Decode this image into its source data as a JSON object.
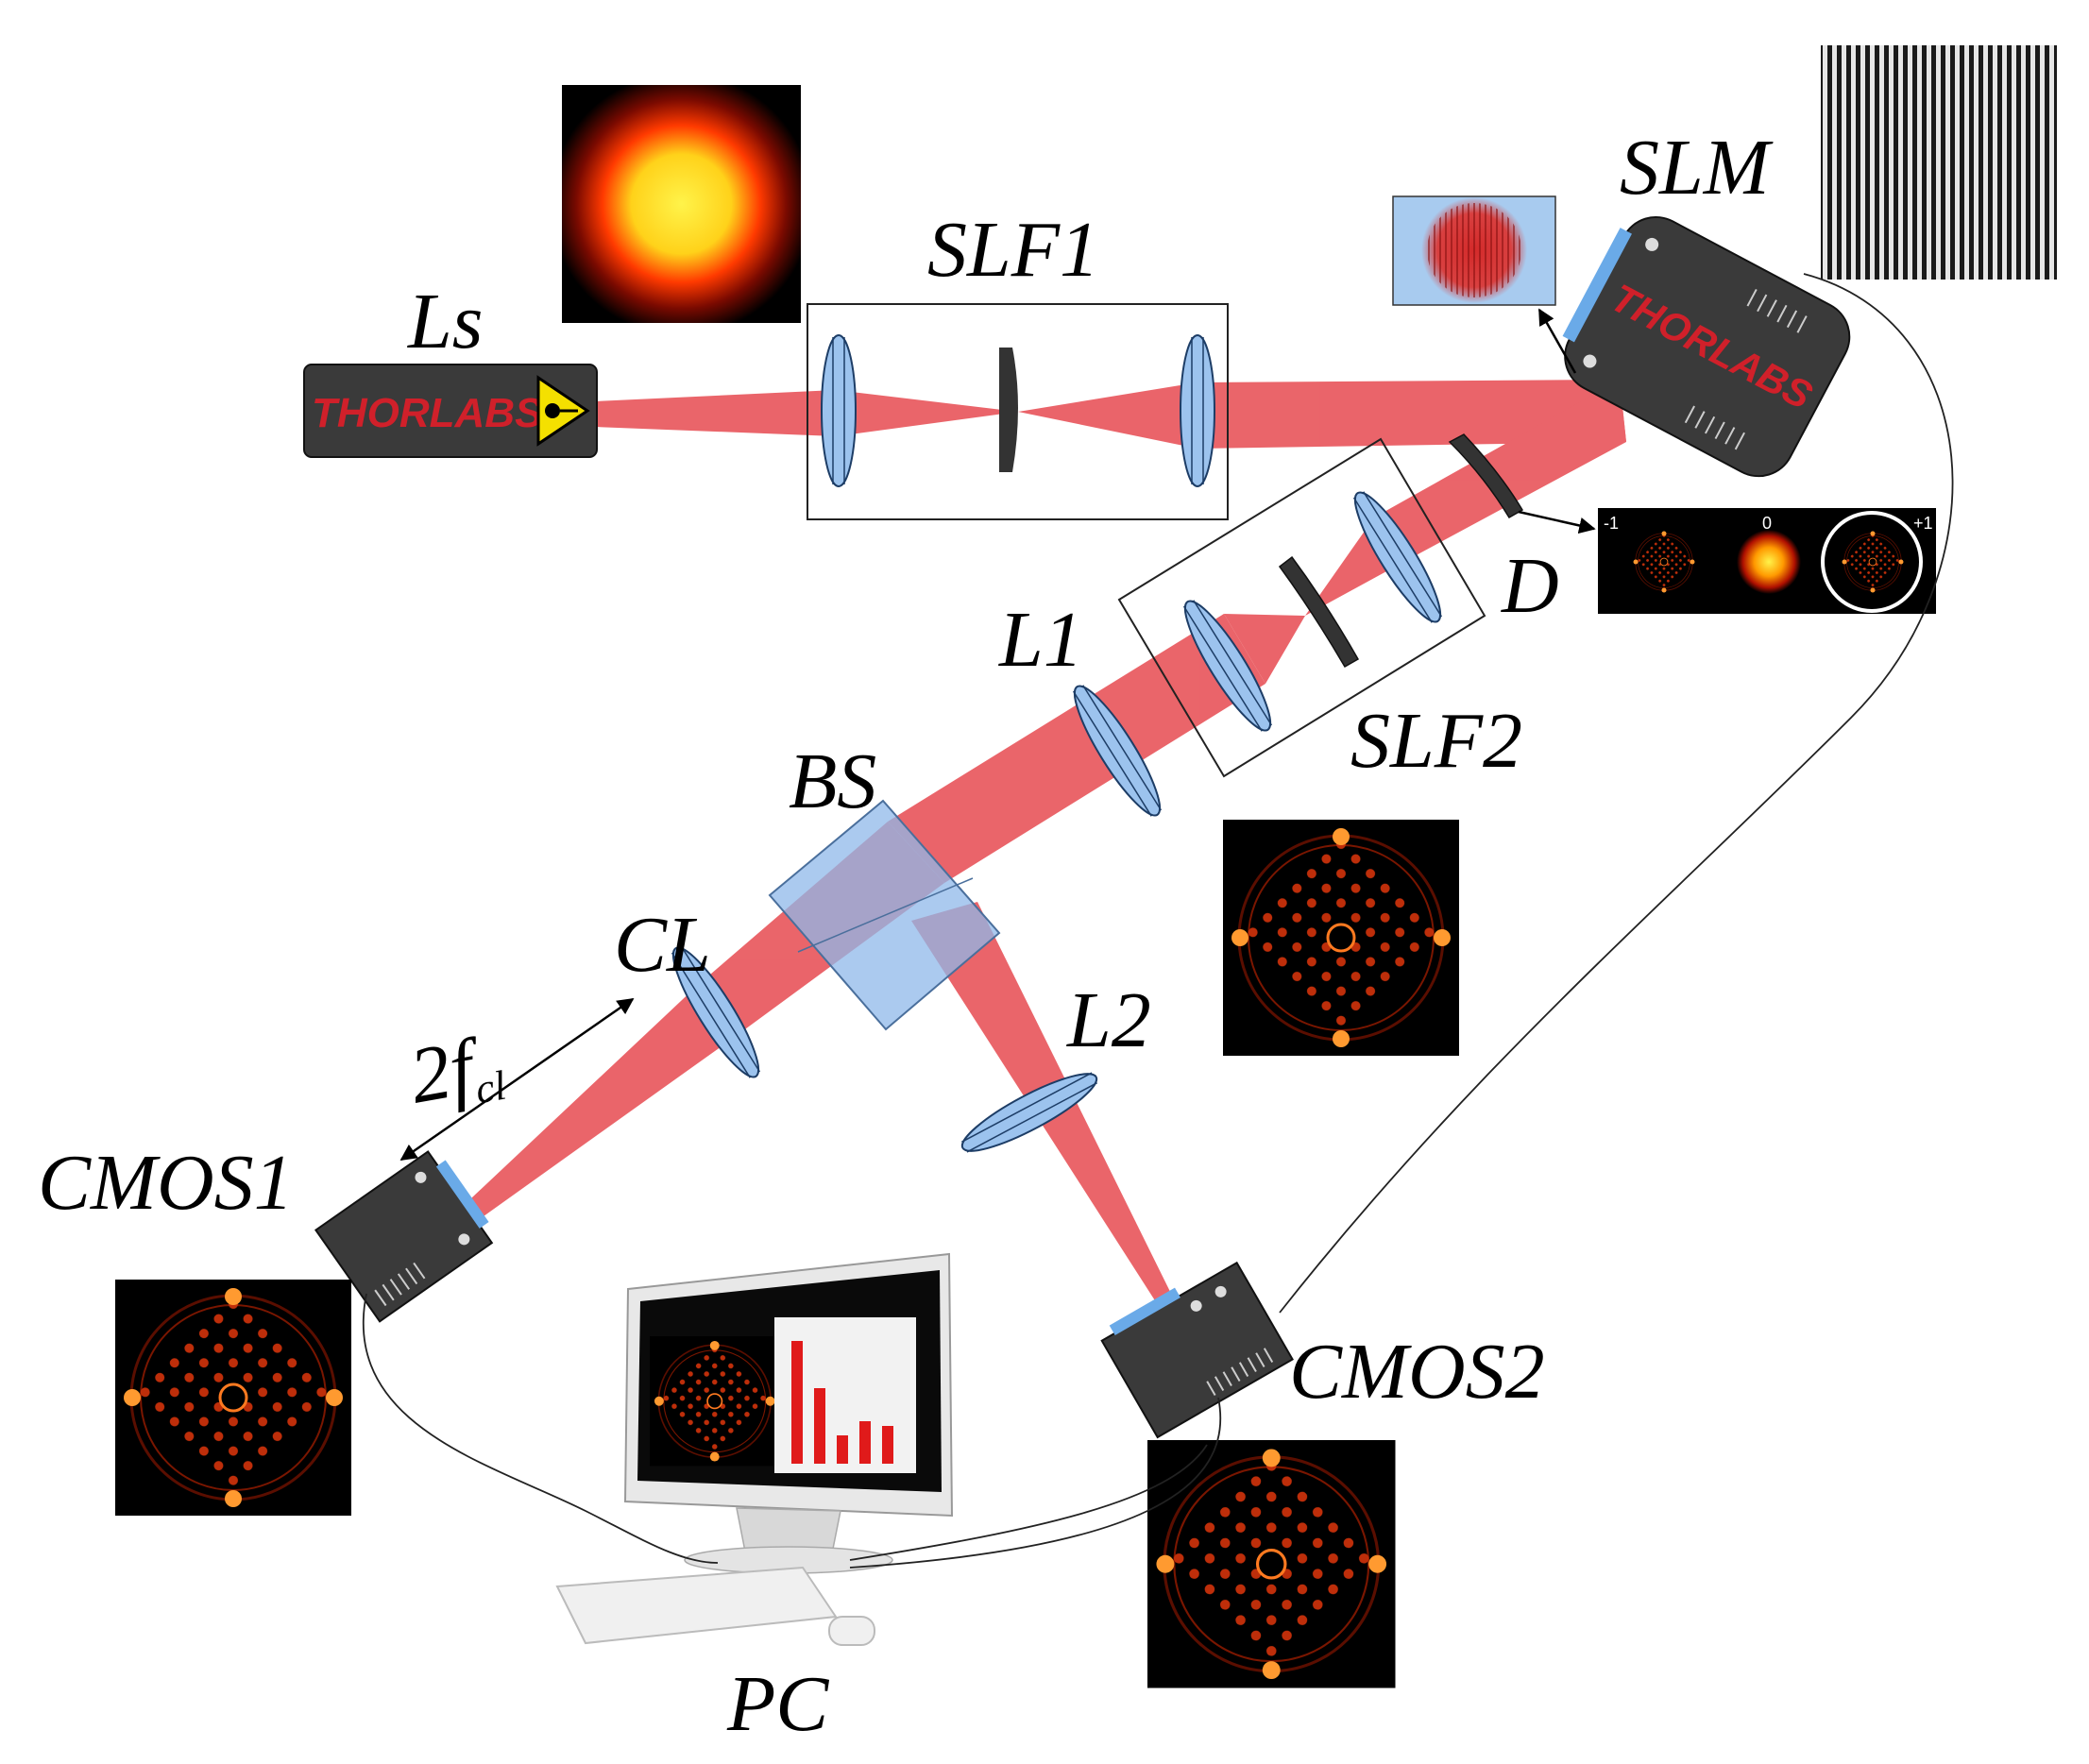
{
  "labels": {
    "laser": "Ls",
    "slf1": "SLF1",
    "slm": "SLM",
    "diaphragm": "D",
    "lens1": "L1",
    "slf2": "SLF2",
    "beam_splitter": "BS",
    "cylindrical_lens": "CL",
    "lens2": "L2",
    "distance_main": "2f",
    "distance_sub": "cl",
    "camera1": "CMOS1",
    "camera2": "CMOS2",
    "computer": "PC"
  },
  "brand": {
    "laser_logo": "THORLABS",
    "slm_logo": "THORLABS"
  },
  "diffraction_orders": [
    "-1",
    "0",
    "+1"
  ],
  "colors": {
    "beam": "#e8545a",
    "optic": "#9cc3ee",
    "device_body": "#3a3a3a",
    "brand_red": "#d0202a"
  },
  "icons": {
    "laser_warning": "laser-warning-icon"
  }
}
